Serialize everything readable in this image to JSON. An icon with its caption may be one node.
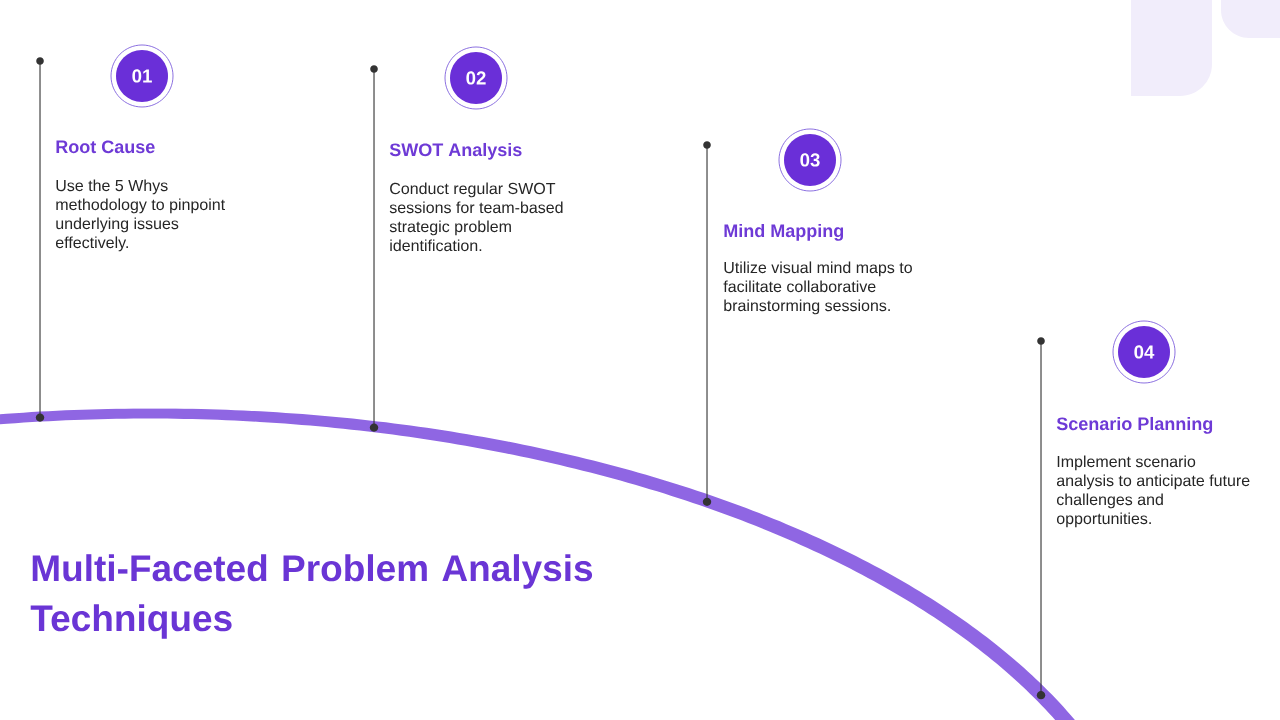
{
  "diagram": {
    "title": "Multi-Faceted Problem Analysis Techniques",
    "nodes": [
      {
        "text": [
          "01"
        ],
        "beside": [
          "Root Cause",
          "Use the 5 Whys methodology to pinpoint underlying issues effectively."
        ]
      },
      {
        "text": [
          "02"
        ],
        "beside": [
          "SWOT Analysis",
          "Conduct regular SWOT sessions for team-based strategic problem identification."
        ]
      },
      {
        "text": [
          "03"
        ],
        "beside": [
          "Mind Mapping",
          "Utilize visual mind maps to facilitate collaborative brainstorming sessions."
        ]
      },
      {
        "text": [
          "04"
        ],
        "beside": [
          "Scenario Planning",
          "Implement scenario analysis to anticipate future challenges and opportunities."
        ]
      }
    ]
  }
}
